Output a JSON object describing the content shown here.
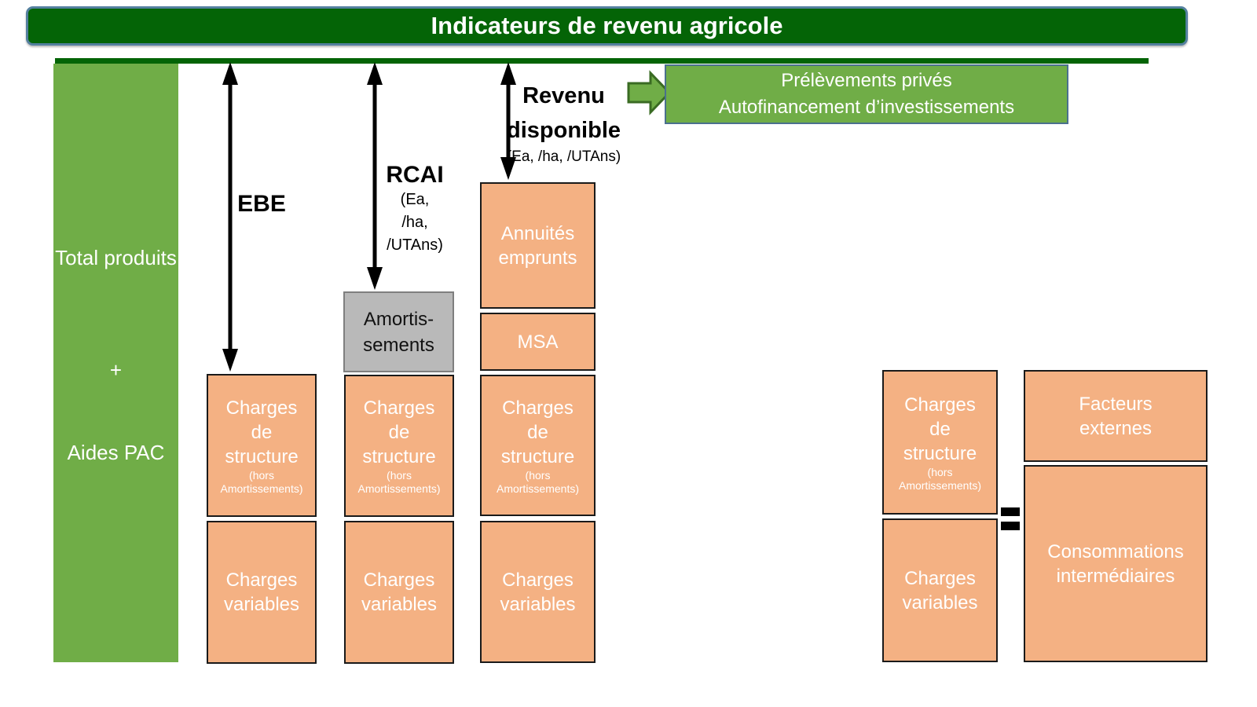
{
  "title": "Indicateurs de revenu agricole",
  "left_bar": {
    "top": "Total produits",
    "plus": "+",
    "bottom": "Aides PAC"
  },
  "indicators": {
    "ebe": {
      "label": "EBE"
    },
    "rcai": {
      "label": "RCAI",
      "sub1": "(Ea,",
      "sub2": "/ha,",
      "sub3": "/UTAns)"
    },
    "revenu": {
      "line1": "Revenu",
      "line2": "disponible",
      "sub": "(Ea, /ha, /UTAns)"
    }
  },
  "boxes": {
    "charges_structure": {
      "l1": "Charges",
      "l2": "de",
      "l3": "structure",
      "sub1": "(hors",
      "sub2": "Amortissements)"
    },
    "charges_variables": {
      "l1": "Charges",
      "l2": "variables"
    },
    "amortissements": {
      "l1": "Amortis-",
      "l2": "sements"
    },
    "annuites": {
      "l1": "Annuités",
      "l2": "emprunts"
    },
    "msa": {
      "l1": "MSA"
    },
    "facteurs": {
      "l1": "Facteurs",
      "l2": "externes"
    },
    "consommations": {
      "l1": "Consommations",
      "l2": "intermédiaires"
    }
  },
  "prelevements": {
    "l1": "Prélèvements privés",
    "l2": "Autofinancement d’investissements"
  },
  "colors": {
    "dark_green": "#046406",
    "green": "#70ad47",
    "orange": "#f4b183",
    "gray": "#b9b9b9",
    "border_slate": "#4a708e",
    "black": "#000000"
  }
}
